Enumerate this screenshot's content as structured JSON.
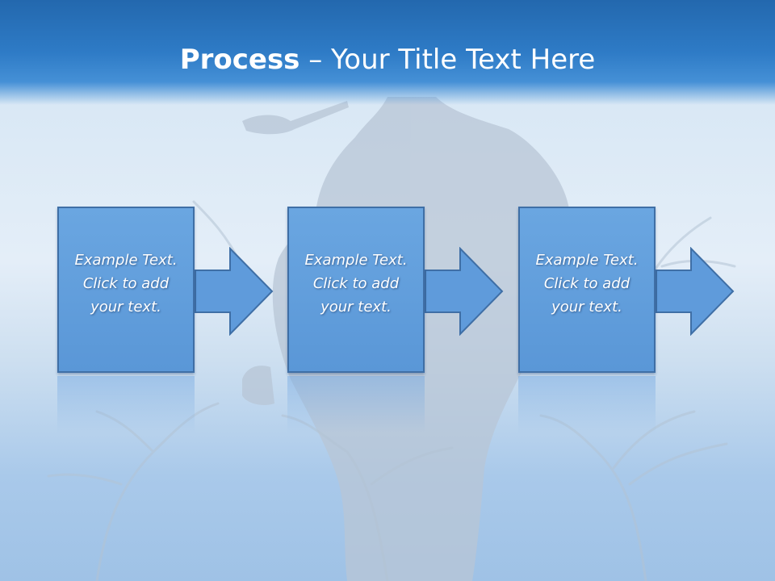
{
  "title": {
    "bold": "Process",
    "rest": " – Your Title Text Here"
  },
  "steps": [
    {
      "line1": "Example Text.",
      "line2": "Click  to add",
      "line3": "your text."
    },
    {
      "line1": "Example Text.",
      "line2": "Click  to add",
      "line3": "your text."
    },
    {
      "line1": "Example Text.",
      "line2": "Click  to add",
      "line3": "your text."
    }
  ],
  "colors": {
    "title_band": "#2e7bc6",
    "box_fill": "#5f9bdb",
    "box_border": "#3f6fa6",
    "text": "#ffffff"
  }
}
